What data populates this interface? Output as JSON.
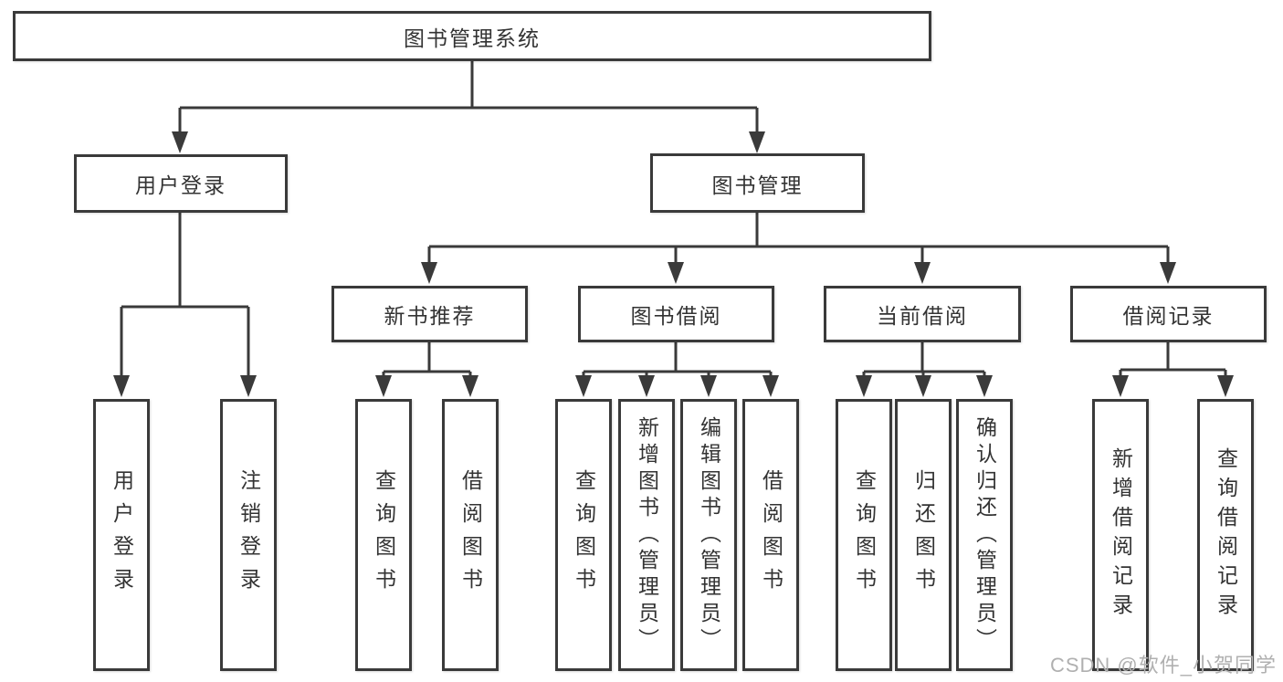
{
  "tree": {
    "label": "图书管理系统",
    "children": [
      {
        "label": "用户登录",
        "children": [
          {
            "label": "用户登录"
          },
          {
            "label": "注销登录"
          }
        ]
      },
      {
        "label": "图书管理",
        "children": [
          {
            "label": "新书推荐",
            "children": [
              {
                "label": "查询图书"
              },
              {
                "label": "借阅图书"
              }
            ]
          },
          {
            "label": "图书借阅",
            "children": [
              {
                "label": "查询图书"
              },
              {
                "label": "新增图书（管理员）"
              },
              {
                "label": "编辑图书（管理员）"
              },
              {
                "label": "借阅图书"
              }
            ]
          },
          {
            "label": "当前借阅",
            "children": [
              {
                "label": "查询图书"
              },
              {
                "label": "归还图书"
              },
              {
                "label": "确认归还（管理员）"
              }
            ]
          },
          {
            "label": "借阅记录",
            "children": [
              {
                "label": "新增借阅记录"
              },
              {
                "label": "查询借阅记录"
              }
            ]
          }
        ]
      }
    ]
  },
  "watermark": {
    "text": "CSDN @软件_小贺同学"
  },
  "colors": {
    "line": "#3a3a3a",
    "text": "#333333",
    "box_background": "#ffffff",
    "page_background": "#ffffff",
    "watermark": "#b0b0b0"
  }
}
